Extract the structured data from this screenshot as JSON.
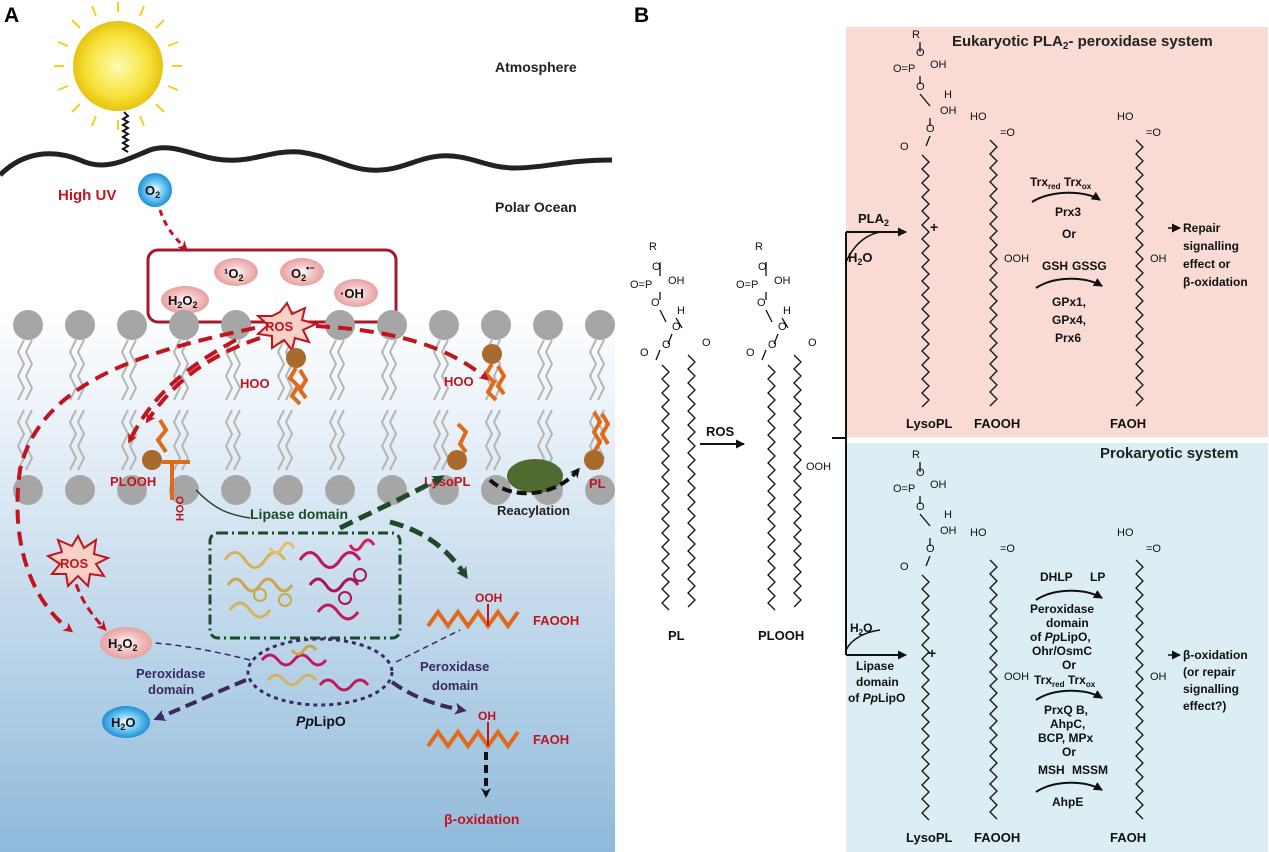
{
  "panel_a": {
    "label": "A",
    "atmosphere": "Atmosphere",
    "polar_ocean": "Polar Ocean",
    "high_uv": "High UV",
    "o2": "O",
    "o2_sub": "2",
    "ros_box": {
      "singlet_o2": "¹O",
      "singlet_sub": "2",
      "superoxide": "O",
      "superoxide_sub": "2",
      "superoxide_sup": "•−",
      "h2o2": "H",
      "h2o2_sub1": "2",
      "h2o2_mid": "O",
      "h2o2_sub2": "2",
      "hydroxyl": "·OH"
    },
    "ros_burst_1": "ROS",
    "ros_burst_2": "ROS",
    "hoo_1": "HOO",
    "hoo_2": "HOO",
    "plooh": "PLOOH",
    "ooh_vertical": "OOH",
    "lysopl": "LysoPL",
    "pl": "PL",
    "reacylation": "Reacylation",
    "lipase_domain": "Lipase domain",
    "h2o2_bubble": "H",
    "h2o2_bubble_sub1": "2",
    "h2o2_bubble_mid": "O",
    "h2o2_bubble_sub2": "2",
    "h2o_bubble": "H",
    "h2o_bubble_sub": "2",
    "h2o_bubble_end": "O",
    "peroxidase_left_1": "Peroxidase",
    "peroxidase_left_2": "domain",
    "peroxidase_right_1": "Peroxidase",
    "peroxidase_right_2": "domain",
    "pplipo_italic": "Pp",
    "pplipo_rest": "LipO",
    "ooh_label": "OOH",
    "faooh": "FAOOH",
    "oh_label": "OH",
    "faoh": "FAOH",
    "beta_oxidation": "β-oxidation"
  },
  "panel_b": {
    "label": "B",
    "pl": "PL",
    "plooh": "PLOOH",
    "ros_arrow": "ROS",
    "eukaryotic_title": "Eukaryotic PLA",
    "eukaryotic_title_sub": "2",
    "eukaryotic_title_end": "- peroxidase system",
    "prokaryotic_title": "Prokaryotic system",
    "pla2": "PLA",
    "pla2_sub": "2",
    "h2o_top": "H",
    "h2o_top_sub": "2",
    "h2o_top_end": "O",
    "plus": "+",
    "euk": {
      "trx_red": "Trx",
      "trx_red_sub": "red",
      "trx_ox": "Trx",
      "trx_ox_sub": "ox",
      "prx3": "Prx3",
      "or": "Or",
      "gsh": "GSH",
      "gssg": "GSSG",
      "gpx1": "GPx1,",
      "gpx4": "GPx4,",
      "prx6": "Prx6",
      "outcome_1": "Repair",
      "outcome_2": "signalling",
      "outcome_3": "effect or",
      "outcome_4": "β-oxidation",
      "lysopl": "LysoPL",
      "faooh": "FAOOH",
      "faoh": "FAOH"
    },
    "prok": {
      "h2o": "H",
      "h2o_sub": "2",
      "h2o_end": "O",
      "lipase_1": "Lipase",
      "lipase_2": "domain",
      "lipase_3_pre": "of ",
      "lipase_3_italic": "Pp",
      "lipase_3_post": "LipO",
      "dhlp": "DHLP",
      "lp": "LP",
      "peroxidase_1": "Peroxidase",
      "peroxidase_2": "domain",
      "peroxidase_3_pre": "of ",
      "peroxidase_3_italic": "Pp",
      "peroxidase_3_post": "LipO,",
      "ohr": "Ohr/OsmC",
      "or_1": "Or",
      "trx_red": "Trx",
      "trx_red_sub": "red",
      "trx_ox": "Trx",
      "trx_ox_sub": "ox",
      "prxq": "PrxQ B,",
      "ahpc": "AhpC,",
      "bcp": "BCP, MPx",
      "or_2": "Or",
      "msh": "MSH",
      "mssm": "MSSM",
      "ahpe": "AhpE",
      "outcome_1": "β-oxidation",
      "outcome_2": "(or repair",
      "outcome_3": "signalling",
      "outcome_4": "effect?)",
      "lysopl": "LysoPL",
      "faooh": "FAOOH",
      "faoh": "FAOH"
    },
    "chem": {
      "r": "R",
      "o": "O",
      "p_eq": "O=P",
      "oh": "OH",
      "h": "H",
      "ho": "HO",
      "eq_o": "=O",
      "ooh": "OOH"
    }
  }
}
